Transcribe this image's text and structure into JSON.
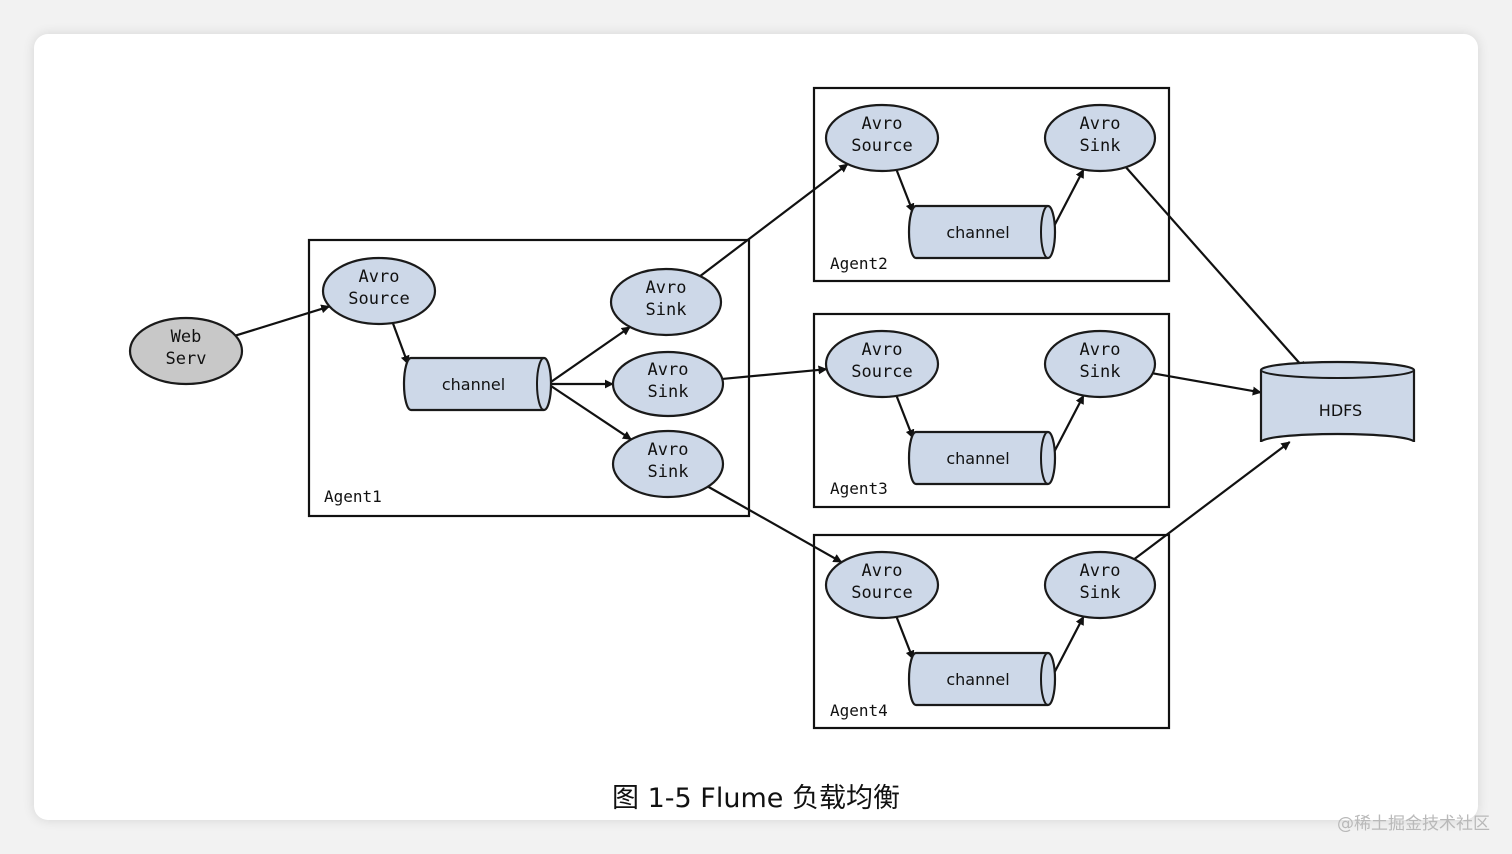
{
  "diagram": {
    "web_server": [
      "Web",
      "Serv"
    ],
    "source_label": [
      "Avro",
      "Source"
    ],
    "sink_label": [
      "Avro",
      "Sink"
    ],
    "channel_label": "channel",
    "hdfs_label": "HDFS",
    "agents": [
      {
        "id": "agent1",
        "label": "Agent1",
        "sinks": 3
      },
      {
        "id": "agent2",
        "label": "Agent2",
        "sinks": 1
      },
      {
        "id": "agent3",
        "label": "Agent3",
        "sinks": 1
      },
      {
        "id": "agent4",
        "label": "Agent4",
        "sinks": 1
      }
    ],
    "edges": [
      [
        "web-server",
        "agent1-source"
      ],
      [
        "agent1-source",
        "agent1-channel"
      ],
      [
        "agent1-channel",
        "agent1-sink-1"
      ],
      [
        "agent1-channel",
        "agent1-sink-2"
      ],
      [
        "agent1-channel",
        "agent1-sink-3"
      ],
      [
        "agent1-sink-1",
        "agent2-source"
      ],
      [
        "agent1-sink-2",
        "agent3-source"
      ],
      [
        "agent1-sink-3",
        "agent4-source"
      ],
      [
        "agent2-source",
        "agent2-channel"
      ],
      [
        "agent2-channel",
        "agent2-sink"
      ],
      [
        "agent3-source",
        "agent3-channel"
      ],
      [
        "agent3-channel",
        "agent3-sink"
      ],
      [
        "agent4-source",
        "agent4-channel"
      ],
      [
        "agent4-channel",
        "agent4-sink"
      ],
      [
        "agent2-sink",
        "hdfs"
      ],
      [
        "agent3-sink",
        "hdfs"
      ],
      [
        "agent4-sink",
        "hdfs"
      ]
    ]
  },
  "caption": "图 1-5 Flume 负载均衡",
  "watermark": "@稀土掘金技术社区",
  "colors": {
    "node_fill": "#cdd8e8",
    "web_fill": "#c8c8c8",
    "stroke": "#111111"
  }
}
